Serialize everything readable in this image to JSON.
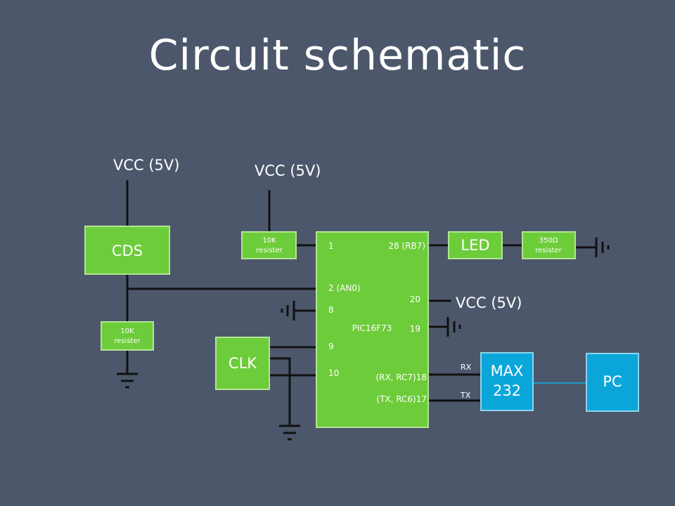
{
  "title": "Circuit schematic",
  "colors": {
    "background": "#4c576b",
    "component_green": "#6dcc3a",
    "component_blue": "#0aa6d9",
    "wire": "#111111"
  },
  "labels": {
    "vcc_left": "VCC (5V)",
    "vcc_mid": "VCC (5V)",
    "vcc_right": "VCC (5V)",
    "cds": "CDS",
    "clk": "CLK",
    "led": "LED",
    "pc": "PC",
    "max_line1": "MAX",
    "max_line2": "232",
    "resistor_top_line1": "10K",
    "resistor_top_line2": "resister",
    "resistor_left_line1": "10K",
    "resistor_left_line2": "resister",
    "resistor_led_line1": "350Ω",
    "resistor_led_line2": "resister",
    "rx": "RX",
    "tx": "TX"
  },
  "chip": {
    "name": "PIC16F73",
    "pin_1": "1",
    "pin_2": "2 (AN0)",
    "pin_8": "8",
    "pin_9": "9",
    "pin_10": "10",
    "pin_28": "28 (RB7)",
    "pin_20": "20",
    "pin_19": "19",
    "pin_18": "(RX, RC7)18",
    "pin_17": "(TX, RC6)17"
  }
}
